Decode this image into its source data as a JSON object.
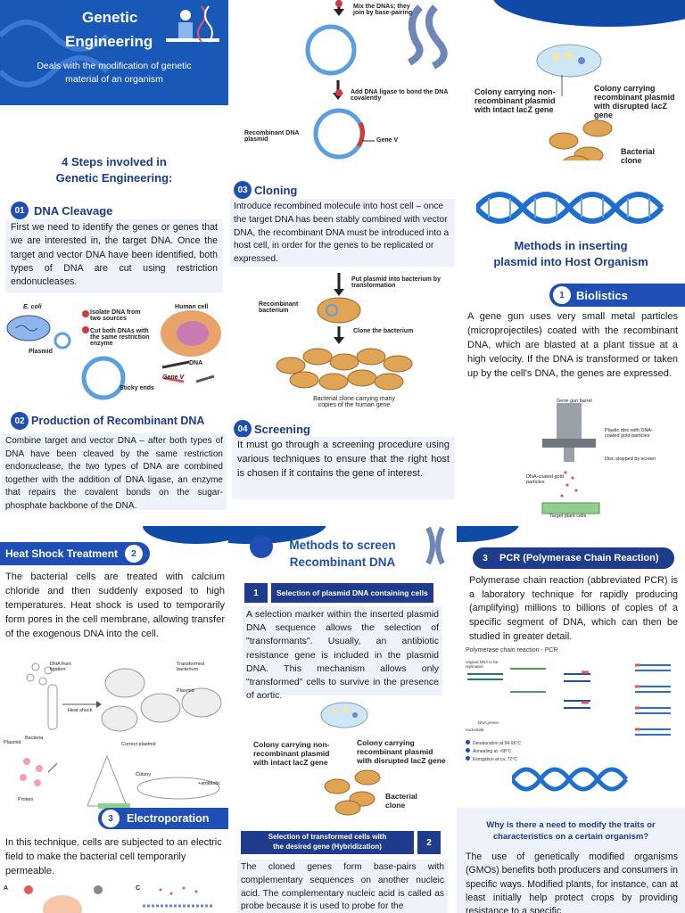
{
  "intro": {
    "title_line1": "Genetic",
    "title_line2": "Engineering",
    "subtitle": "Deals with the modification of genetic material of an organism",
    "steps_heading_line1": "4 Steps involved in",
    "steps_heading_line2": "Genetic Engineering:"
  },
  "step1": {
    "number": "01",
    "title": "DNA Cleavage",
    "text": "First we need to identify the genes or genes that we are interested in, the target DNA. Once the target and vector DNA have been identified, both types of DNA are cut using restriction endonucleases.",
    "diagram": {
      "ecoli": "E. coli",
      "human_cell": "Human cell",
      "s1": "Isolate DNA from two sources",
      "s2": "Cut both DNAs with the same restriction enzyme",
      "plasmid": "Plasmid",
      "dna": "DNA",
      "gene_v": "Gene V",
      "sticky_ends": "Sticky ends"
    }
  },
  "step2": {
    "number": "02",
    "title": "Production of Recombinant DNA",
    "text": "Combine target and vector DNA – after both types of DNA have been cleaved by the same restriction endonuclease, the two types of DNA are combined together with the addition of DNA ligase, an enzyme that repairs the covalent bonds on the sugar-phosphate backbone of the DNA."
  },
  "mix": {
    "s3": "Mix the DNAs; they join by base-pairing",
    "s4": "Add DNA ligase to bond the DNA covalently",
    "recomb_plasmid": "Recombinant DNA plasmid",
    "gene_v": "Gene V"
  },
  "step3": {
    "number": "03",
    "title": "Cloning",
    "text": "Introduce recombined molecule into host cell – once the target DNA has been stably combined with vector DNA, the recombinant DNA must be introduced into a host cell, in order for the genes to be replicated or expressed.",
    "diagram": {
      "s5": "Put plasmid into bacterium by transformation",
      "recomb_bacterium": "Recombinant bacterium",
      "s6": "Clone the bacterium",
      "clone_caption": "Bacterial clone carrying many copies of the human gene"
    }
  },
  "step4": {
    "number": "04",
    "title": "Screening",
    "text": "It must go through a screening procedure using various techniques to ensure that the right host is chosen if it contains the gene of interest."
  },
  "colony": {
    "non_recomb": "Colony carrying non-recombinant plasmid with intact lacZ gene",
    "recomb": "Colony carrying recombinant plasmid with disrupted lacZ gene",
    "bacterial_clone": "Bacterial clone"
  },
  "methods_insert": {
    "heading_line1": "Methods in inserting",
    "heading_line2": "plasmid into Host Organism"
  },
  "biolistics": {
    "number": "1",
    "title": "Biolistics",
    "text": "A gene gun uses very small metal particles (microprojectiles) coated with the recombinant DNA, which are blasted at a plant tissue at a high velocity. If the DNA is transformed or taken up by the cell's DNA, the genes are expressed.",
    "diagram": {
      "barrel": "Gene gun barrel",
      "disc": "Plastic disc with DNA-coated gold particles",
      "stopped": "Disc stopped by screen",
      "coated": "DNA-coated gold particles",
      "target": "Target plant cells"
    }
  },
  "heat_shock": {
    "number": "2",
    "title": "Heat Shock Treatment",
    "text": "The bacterial cells are treated with calcium chloride and then suddenly exposed to high temperatures. Heat shock is used to temporarily form pores in the cell membrane, allowing transfer of the exogenous DNA into the cell.",
    "diagram": {
      "dna_from": "DNA from ligation",
      "bacteria": "Bacteria",
      "heat_shock": "Heat shock",
      "transformed": "Transformed bacterium",
      "plasmid": "Plasmid",
      "plasmid2": "Plasmid",
      "correct": "Correct plasmid",
      "colony": "Colony",
      "antibiotic": "+antibiotic",
      "protein": "Protein"
    }
  },
  "electroporation": {
    "number": "3",
    "title": "Electroporation",
    "text": "In this technique, cells are subjected to an electric field to make the bacterial cell temporarily permeable.",
    "panel_a": "A",
    "panel_c": "C"
  },
  "screen_methods": {
    "heading_line1": "Methods to screen",
    "heading_line2": "Recombinant DNA",
    "m1_number": "1",
    "m1_title": "Selection of plasmid DNA containing cells",
    "m1_text": "A selection marker within the inserted plasmid DNA sequence allows the selection of \"transformants\". Usually, an antibiotic resistance gene is included in the plasmid DNA. This mechanism allows only \"transformed\" cells to survive in the presence of aortic.",
    "m2_number": "2",
    "m2_title_line1": "Selection of transformed cells with",
    "m2_title_line2": "the desired gene (Hybridization)",
    "m2_text": "The cloned genes form base-pairs with complementary sequences on another nucleic acid. The complementary nucleic acid is called as probe because it is used to probe for the"
  },
  "pcr": {
    "number": "3",
    "title": "PCR (Polymerase Chain Reaction)",
    "text": "Polymerase chain reaction (abbreviated PCR) is a laboratory technique for rapidly producing (amplifying) millions to billions of copies of a specific segment of DNA, which can then be studied in greater detail.",
    "diagram_title": "Polymerase chain reaction - PCR",
    "original_dna": "original DNA to be replicated",
    "primer": "DNA primer",
    "nucleotide": "nucleotide",
    "denat": "Denaturation at 94-96°C",
    "anneal": "Annealing at ~68°C",
    "elong": "Elongation at ca. 72°C"
  },
  "why": {
    "heading_line1": "Why is there a need to modify the traits or",
    "heading_line2": "characteristics on a certain organism?",
    "text": "The use of genetically modified organisms (GMOs) benefits both producers and consumers in specific ways. Modified plants, for instance, can at least initially help protect crops by providing resistance to a specific"
  },
  "colors": {
    "primary": "#1f4fb5",
    "navy": "#1d3a8a",
    "light_bg": "#eef3fb",
    "dark_blue": "#0f3d8f"
  }
}
